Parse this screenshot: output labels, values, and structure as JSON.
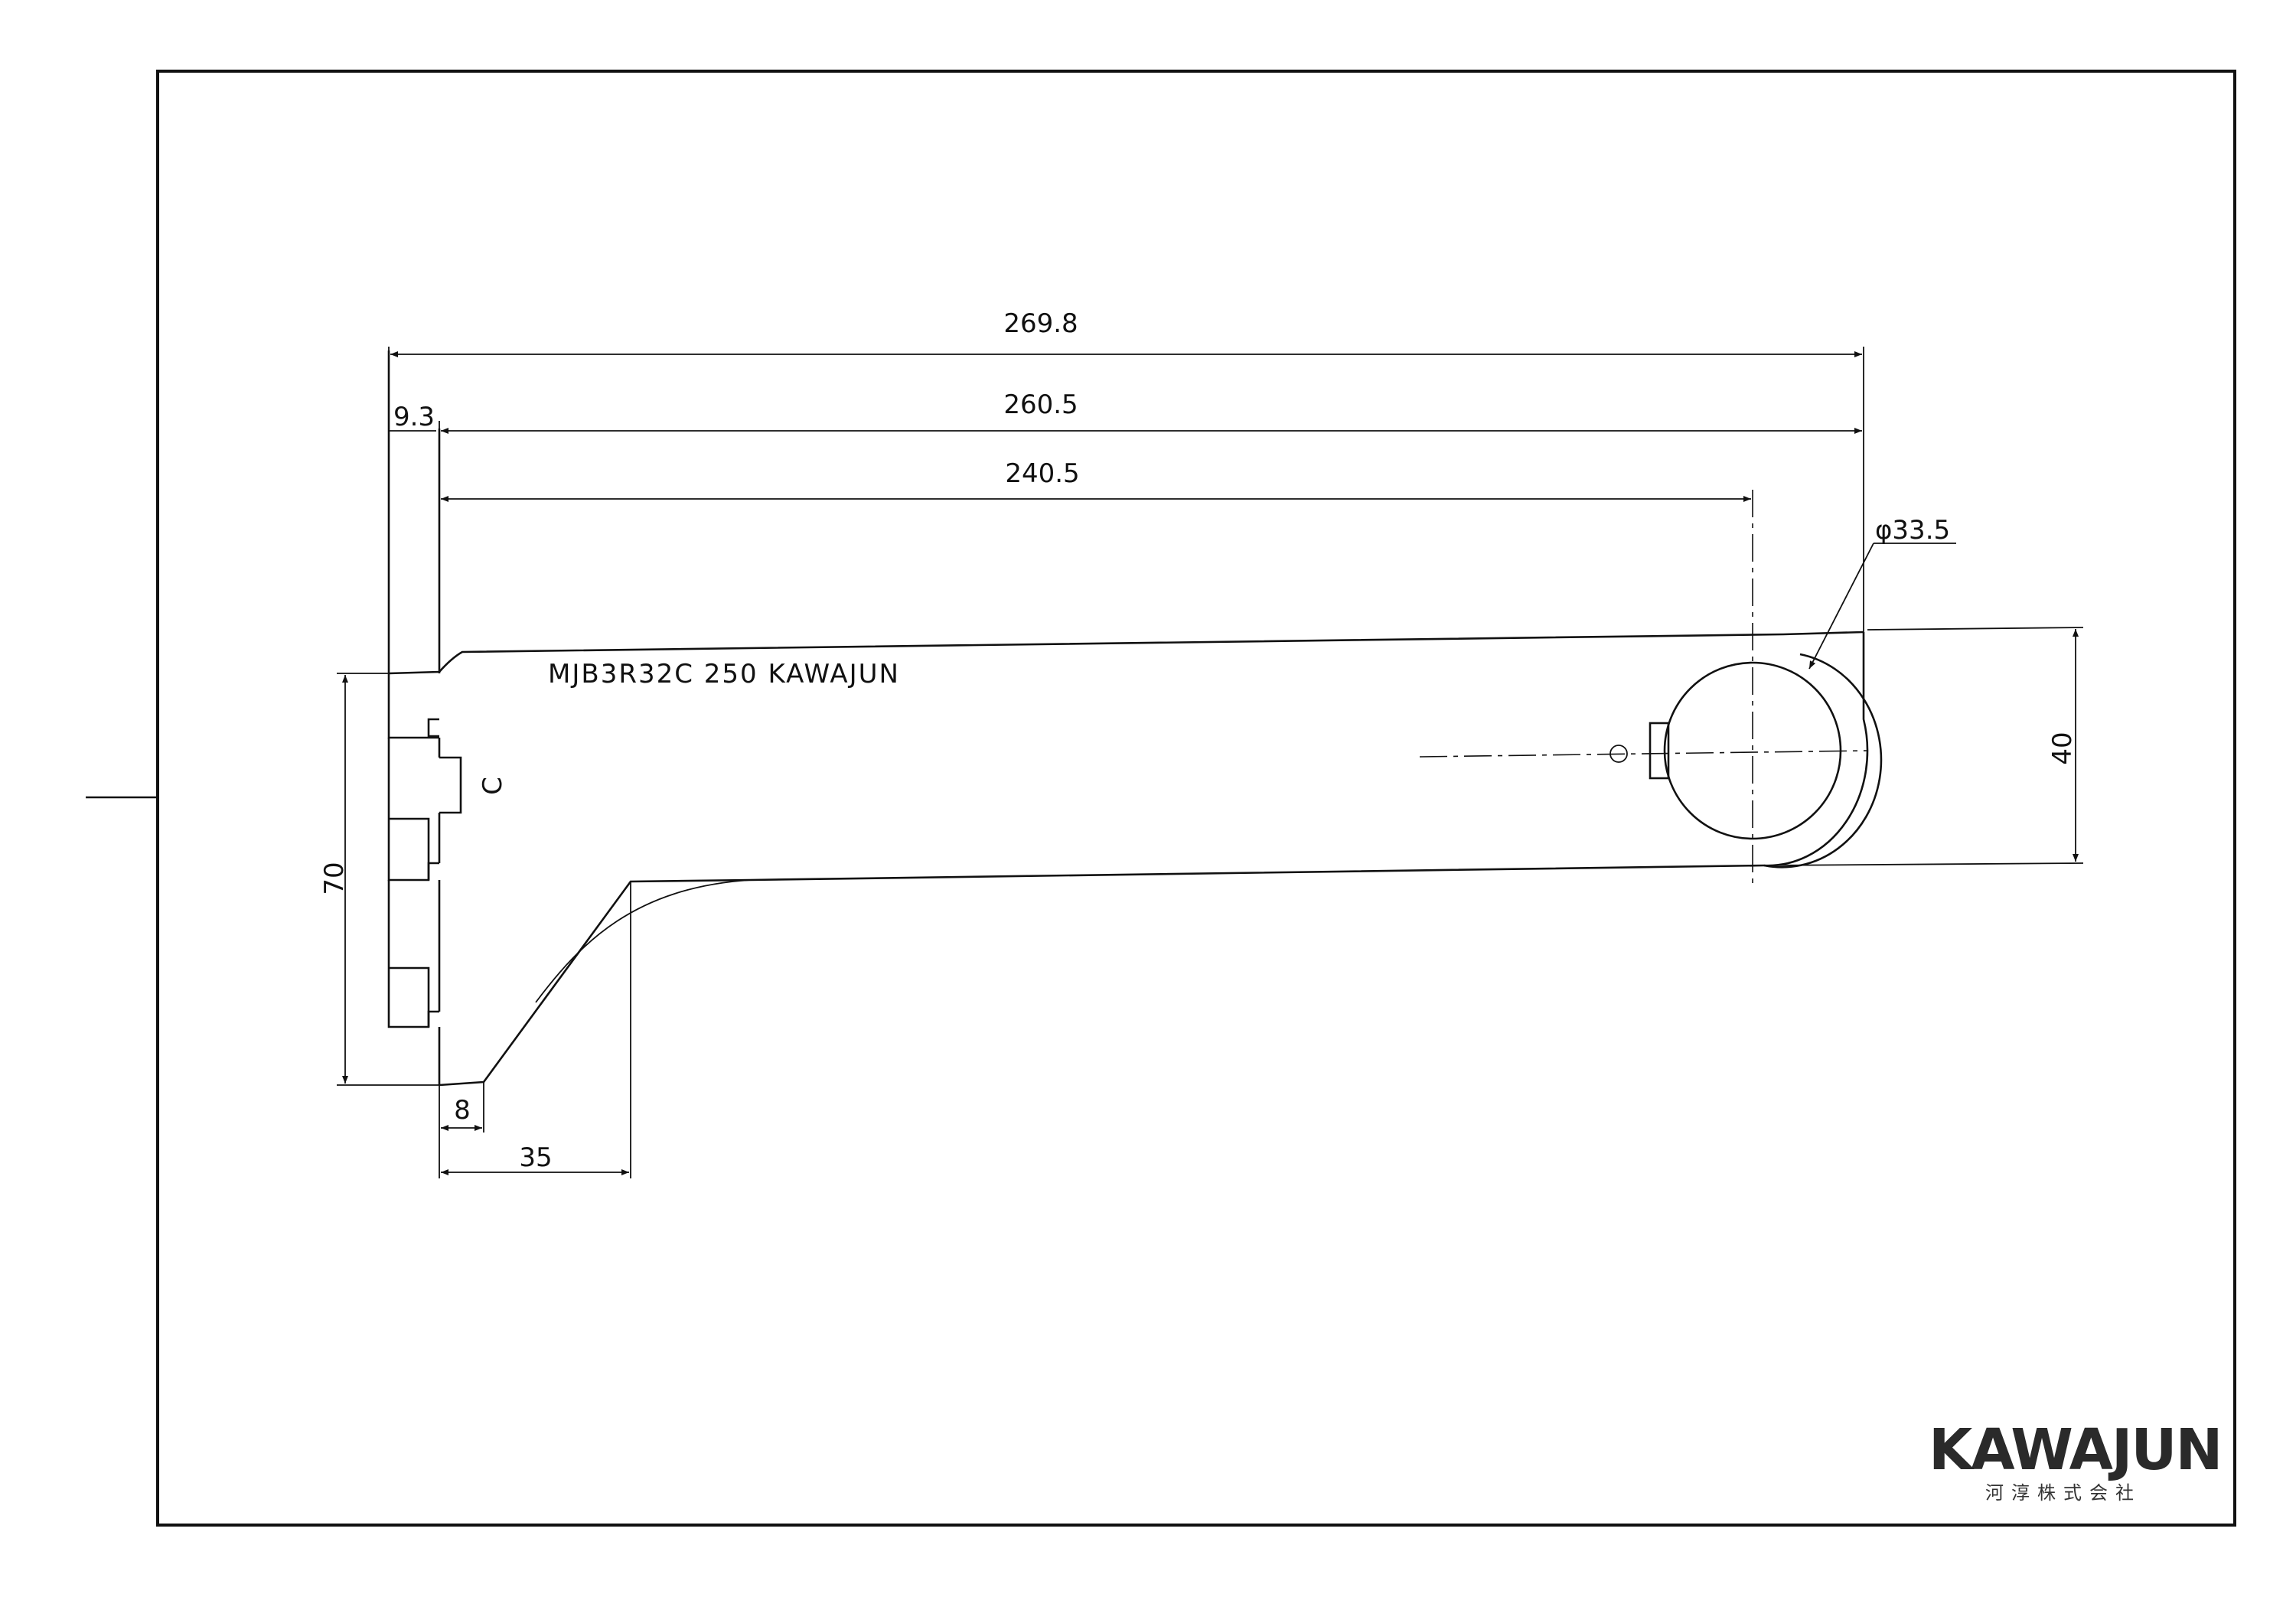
{
  "dimensions": {
    "overall_length": "269.8",
    "length_from_wall": "260.5",
    "pipe_center_distance": "240.5",
    "hook_depth": "9.3",
    "pipe_diameter": "φ33.5",
    "bracket_height": "70",
    "pipe_holder_height": "40",
    "bottom_offset": "8",
    "gusset_width": "35"
  },
  "part_marking": "MJB3R32C  250  KAWAJUN",
  "side_mark": "C",
  "logo": {
    "name": "KAWAJUN",
    "subtitle": "河淳株式会社"
  }
}
